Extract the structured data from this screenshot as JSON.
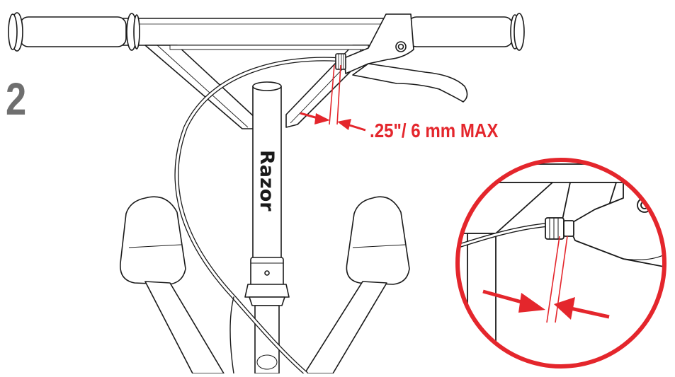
{
  "step": {
    "number": "2"
  },
  "measurement": {
    "label": ".25\"/ 6 mm MAX"
  },
  "brand": {
    "logo_text": "Razor"
  },
  "colors": {
    "accent": "#e4262c",
    "line": "#1a1a1a",
    "step_gray": "#6f6f6f",
    "background": "#ffffff"
  },
  "icons": {
    "gap_arrow": "arrow-pointer-icon",
    "detail_callout": "magnifier-circle-icon"
  }
}
